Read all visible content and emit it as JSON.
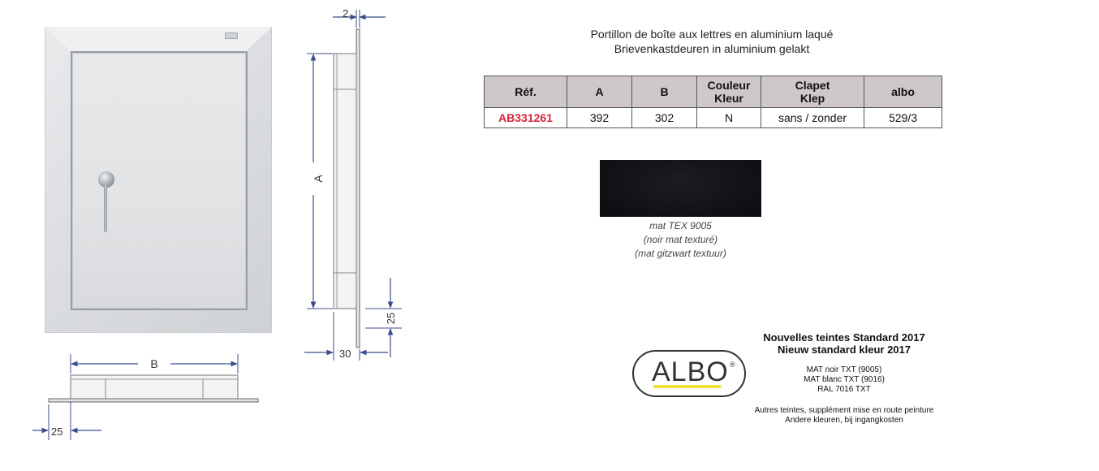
{
  "title": {
    "line_fr": "Portillon de boîte aux lettres en aluminium laqué",
    "line_nl": "Brievenkastdeuren in aluminium gelakt"
  },
  "table": {
    "headers": [
      {
        "line1": "Réf.",
        "line2": ""
      },
      {
        "line1": "A",
        "line2": ""
      },
      {
        "line1": "B",
        "line2": ""
      },
      {
        "line1": "Couleur",
        "line2": "Kleur"
      },
      {
        "line1": "Clapet",
        "line2": "Klep"
      },
      {
        "line1": "albo",
        "line2": ""
      }
    ],
    "row": [
      "AB331261",
      "392",
      "302",
      "N",
      "sans / zonder",
      "529/3"
    ]
  },
  "drawing": {
    "dim_top": "2",
    "dim_a": "A",
    "dim_depth": "30",
    "dim_bottom": "25",
    "dim_b": "B",
    "dim_flange": "25"
  },
  "swatch": {
    "color": "#121418",
    "line1": "mat TEX 9005",
    "line2": "(noir mat texturé)",
    "line3": "(mat gitzwart textuur)"
  },
  "logo": {
    "text": "ALBO",
    "reg": "®",
    "accent": "#f0e040"
  },
  "standard": {
    "title_fr": "Nouvelles teintes Standard 2017",
    "title_nl": "Nieuw standard kleur 2017",
    "items": [
      "MAT noir TXT (9005)",
      "MAT blanc TXT (9016)",
      "RAL 7016 TXT"
    ],
    "extra_fr": "Autres teintes, supplément mise en route peinture",
    "extra_nl": "Andere kleuren, bij ingangkosten"
  },
  "colors": {
    "ref_red": "#d4243c",
    "header_bg": "#cfc8c8",
    "dim_blue": "#3b4d8c"
  }
}
